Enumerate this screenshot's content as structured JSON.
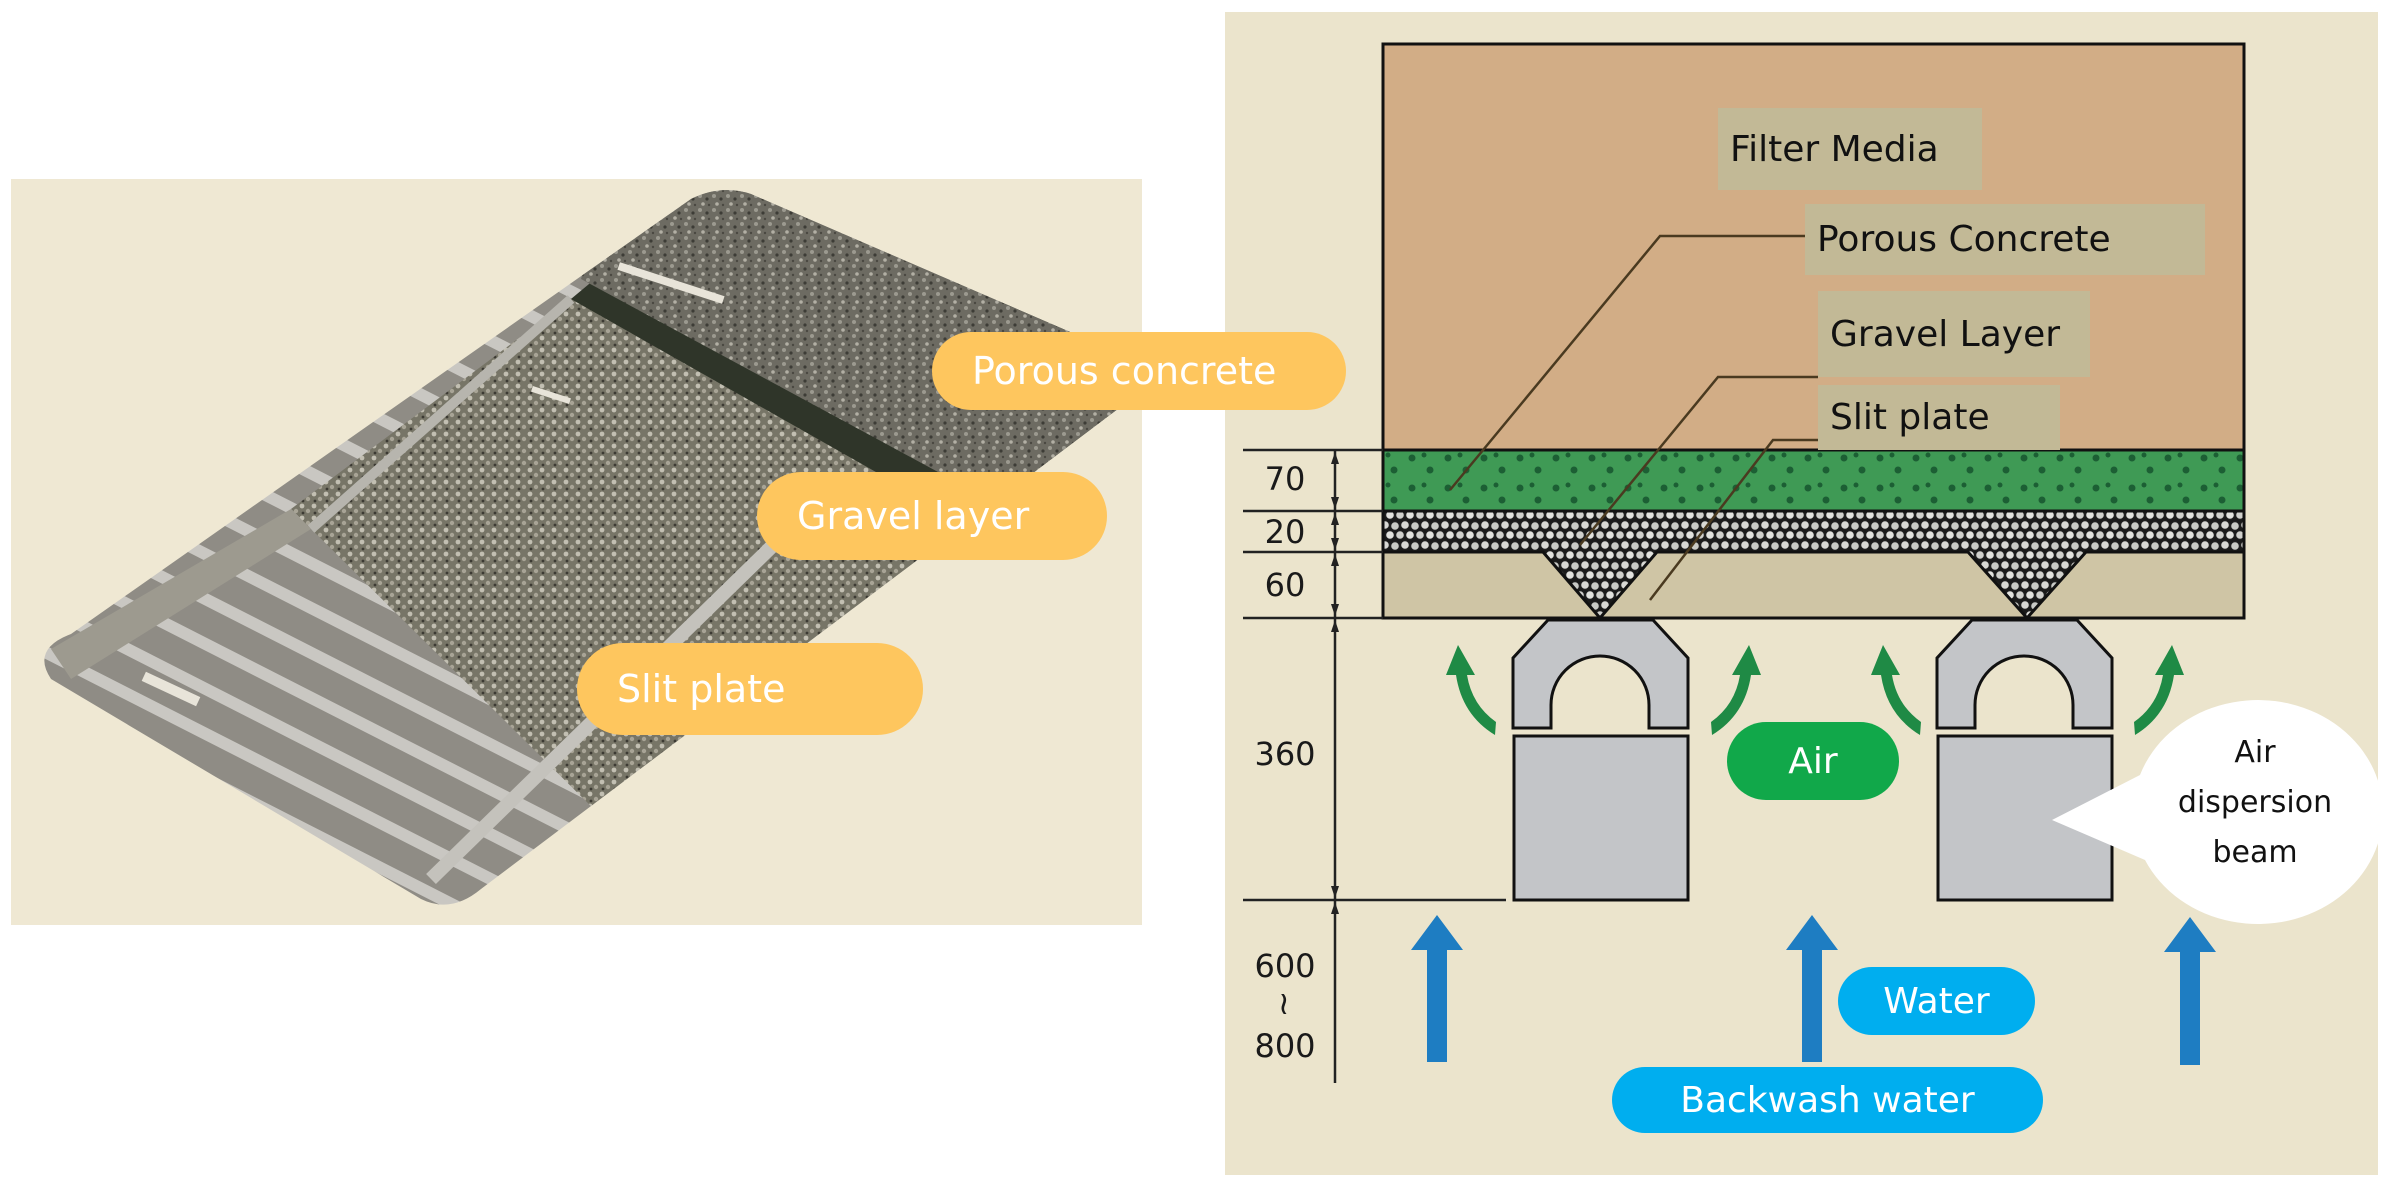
{
  "photo_callouts": {
    "porous_concrete": "Porous concrete",
    "gravel_layer": "Gravel layer",
    "slit_plate": "Slit plate"
  },
  "diagram": {
    "labels": {
      "filter_media": "Filter Media",
      "porous_concrete": "Porous Concrete",
      "gravel_layer": "Gravel Layer",
      "slit_plate": "Slit plate"
    },
    "dimensions": {
      "porous_concrete": "70",
      "gravel_layer": "20",
      "slit_plate": "60",
      "beam_height": "360",
      "underdrain_min": "600",
      "underdrain_sep": "~",
      "underdrain_max": "800"
    },
    "air_label": "Air",
    "water_label": "Water",
    "backwash_label": "Backwash water",
    "beam_callout": [
      "Air",
      "dispersion",
      "beam"
    ]
  },
  "colors": {
    "callout_orange": "#fec65e",
    "air_green": "#11a84a",
    "water_blue": "#00aeef",
    "filter_media": "#d2ad86",
    "porous_layer": "#3f9a55",
    "slit_layer": "#cfc5a5",
    "beam_gray": "#c3c5c8",
    "arrow_blue": "#1e7dc2",
    "arrow_green": "#1f8a45"
  }
}
